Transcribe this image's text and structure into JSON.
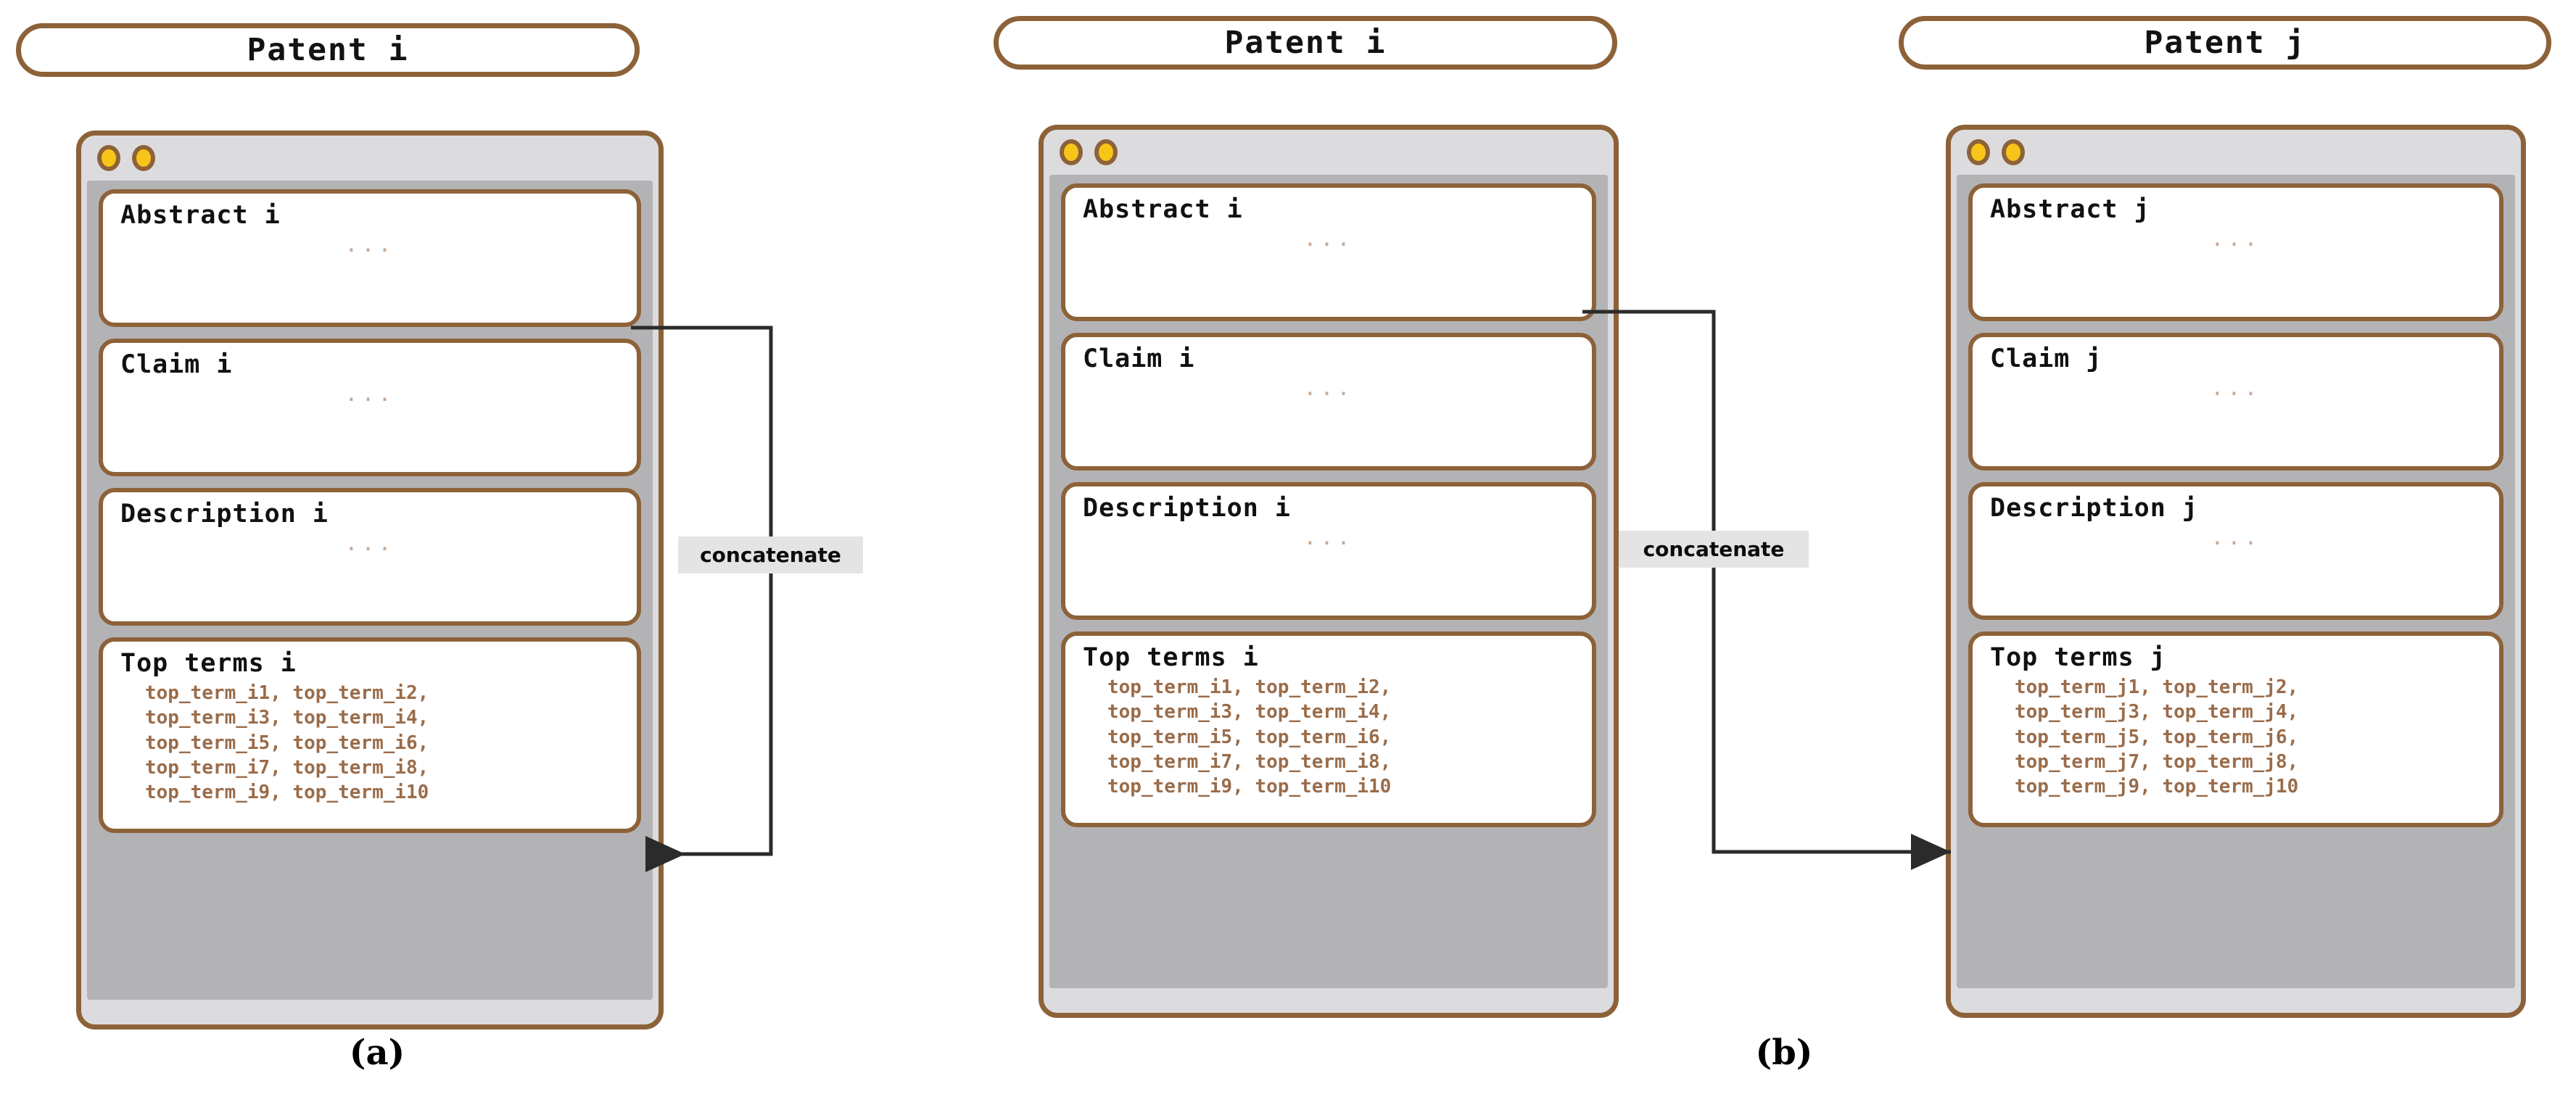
{
  "panels": [
    {
      "id": "a",
      "caption": "(a)",
      "windows": [
        {
          "title": "Patent i",
          "sections": [
            {
              "title": "Abstract i",
              "ellipsis": "..."
            },
            {
              "title": "Claim i",
              "ellipsis": "..."
            },
            {
              "title": "Description i",
              "ellipsis": "..."
            },
            {
              "title": "Top terms i",
              "terms": [
                "top_term_i1, top_term_i2,",
                "top_term_i3, top_term_i4,",
                "top_term_i5, top_term_i6,",
                "top_term_i7, top_term_i8,",
                "top_term_i9, top_term_i10"
              ]
            }
          ]
        }
      ],
      "connector_label": "concatenate"
    },
    {
      "id": "b",
      "caption": "(b)",
      "windows": [
        {
          "title": "Patent i",
          "sections": [
            {
              "title": "Abstract i",
              "ellipsis": "..."
            },
            {
              "title": "Claim i",
              "ellipsis": "..."
            },
            {
              "title": "Description i",
              "ellipsis": "..."
            },
            {
              "title": "Top terms i",
              "terms": [
                "top_term_i1, top_term_i2,",
                "top_term_i3, top_term_i4,",
                "top_term_i5, top_term_i6,",
                "top_term_i7, top_term_i8,",
                "top_term_i9, top_term_i10"
              ]
            }
          ]
        },
        {
          "title": "Patent j",
          "sections": [
            {
              "title": "Abstract j",
              "ellipsis": "..."
            },
            {
              "title": "Claim j",
              "ellipsis": "..."
            },
            {
              "title": "Description j",
              "ellipsis": "..."
            },
            {
              "title": "Top terms j",
              "terms": [
                "top_term_j1, top_term_j2,",
                "top_term_j3, top_term_j4,",
                "top_term_j5, top_term_j6,",
                "top_term_j7, top_term_j8,",
                "top_term_j9, top_term_j10"
              ]
            }
          ]
        }
      ],
      "connector_label": "concatenate"
    }
  ],
  "colors": {
    "brown_border": "#8d6239",
    "term_text": "#9a6c4a",
    "dot_yellow": "#f7c518",
    "titlebar_gray": "#dcdcde",
    "body_gray": "#b3b3b5",
    "label_bg": "#e4e4e4",
    "arrow": "#2b2b2b"
  }
}
